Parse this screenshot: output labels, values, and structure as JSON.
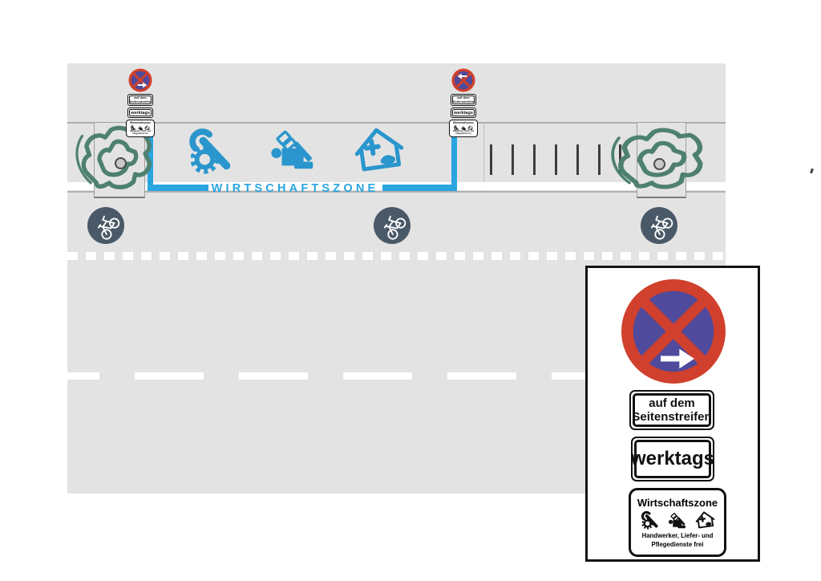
{
  "colors": {
    "road_gray": "#e3e3e3",
    "zone_blue": "#29a5e0",
    "icon_blue": "#2a96cd",
    "tree_green": "#4e8070",
    "bike_circle": "#4a5968",
    "sign_red": "#d0402c",
    "sign_blue": "#4f4a9c"
  },
  "road": {
    "zone_label": "WIRTSCHAFTSZONE",
    "parking_tick_count": 7
  },
  "plates": {
    "seitenstreifen_line1": "auf dem",
    "seitenstreifen_line2": "Seitenstreifen",
    "werktags": "werktags",
    "zone_title": "Wirtschaftszone",
    "zone_caption_line1": "Handwerker, Liefer- und",
    "zone_caption_line2": "Pflegedienste frei"
  },
  "icons": [
    "no-stopping-sign-icon",
    "arrow-icon",
    "wrench-gear-icon",
    "delivery-person-icon",
    "care-house-icon",
    "bicycle-icon",
    "tree-icon"
  ]
}
